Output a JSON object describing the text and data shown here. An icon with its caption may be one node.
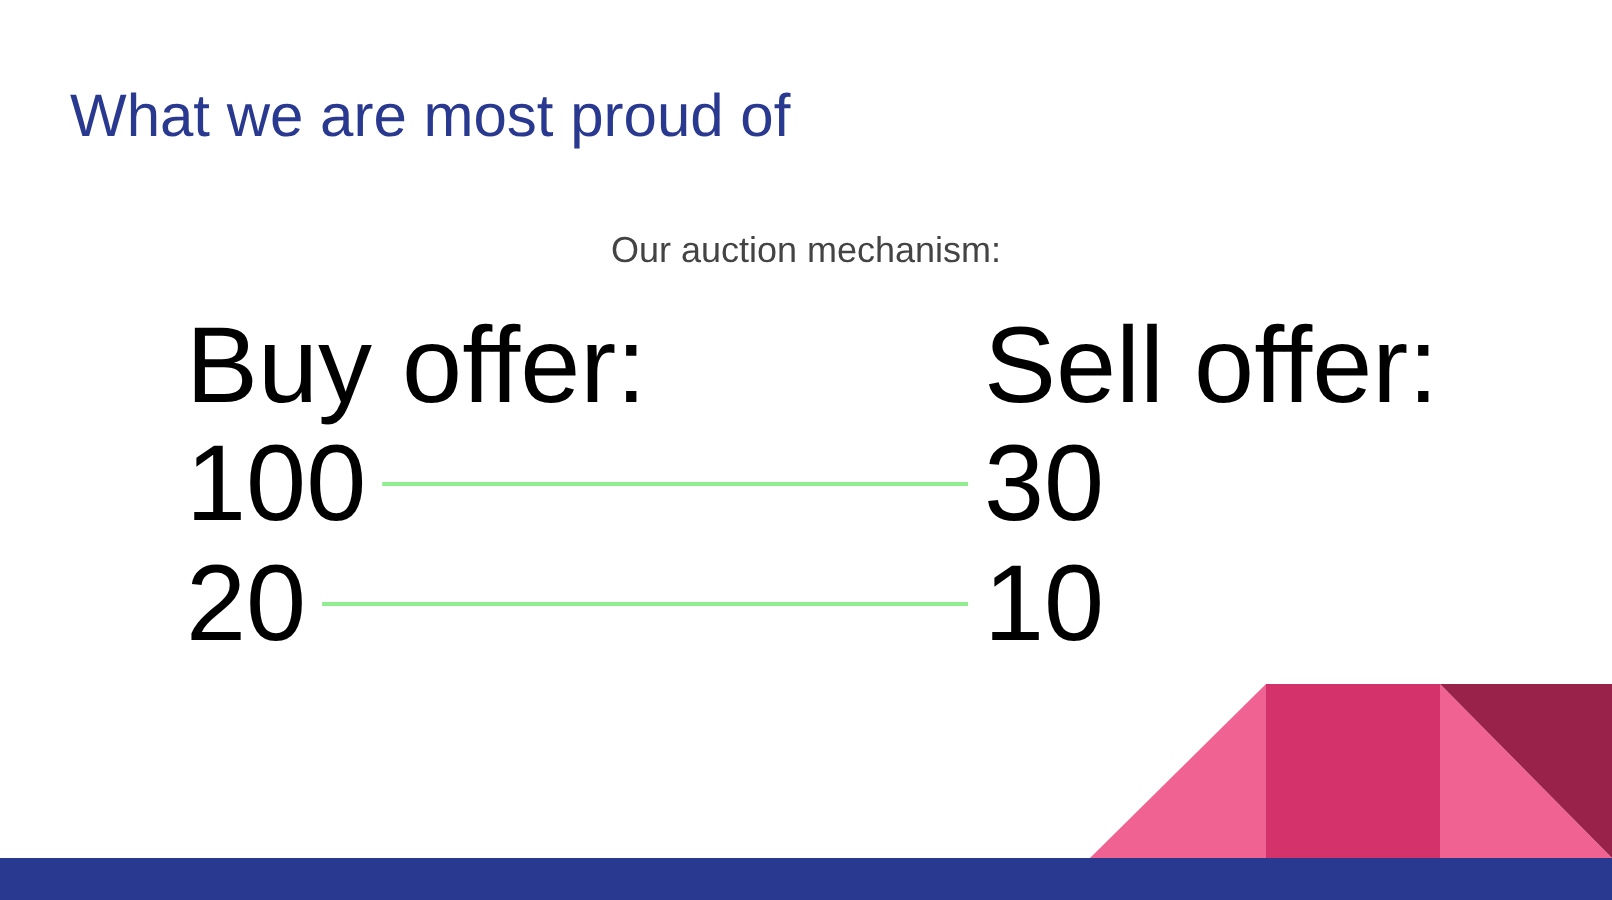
{
  "diagram": {
    "title": "What we are most proud of",
    "nodes": [
      {
        "text": [
          "100"
        ]
      },
      {
        "text": [
          "30"
        ]
      },
      {
        "text": [
          "20"
        ]
      },
      {
        "text": [
          "10"
        ]
      }
    ],
    "edges": [
      {
        "from": 0,
        "to": 1,
        "arrow": "none"
      },
      {
        "from": 2,
        "to": 3,
        "arrow": "none"
      }
    ],
    "labels": [
      "Our auction mechanism:",
      "Buy offer:",
      "Sell offer:"
    ]
  }
}
